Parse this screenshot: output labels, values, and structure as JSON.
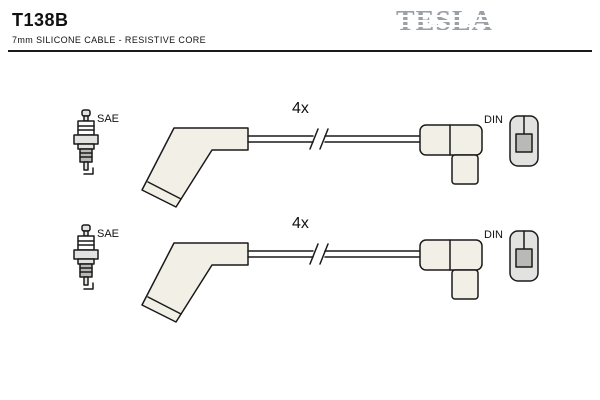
{
  "header": {
    "part_number": "T138B",
    "subtitle": "7mm SILICONE CABLE -  RESISTIVE CORE",
    "brand": "TESLA"
  },
  "colors": {
    "ink": "#1a1a1a",
    "boot_fill": "#f2efe6",
    "brand_gray": "#9aa0a6",
    "terminal_fill": "#e2e2e0",
    "terminal_inner": "#b9b9b6"
  },
  "rows": [
    {
      "plug_standard": "SAE",
      "quantity": "4x",
      "connector_standard": "DIN"
    },
    {
      "plug_standard": "SAE",
      "quantity": "4x",
      "connector_standard": "DIN"
    }
  ]
}
